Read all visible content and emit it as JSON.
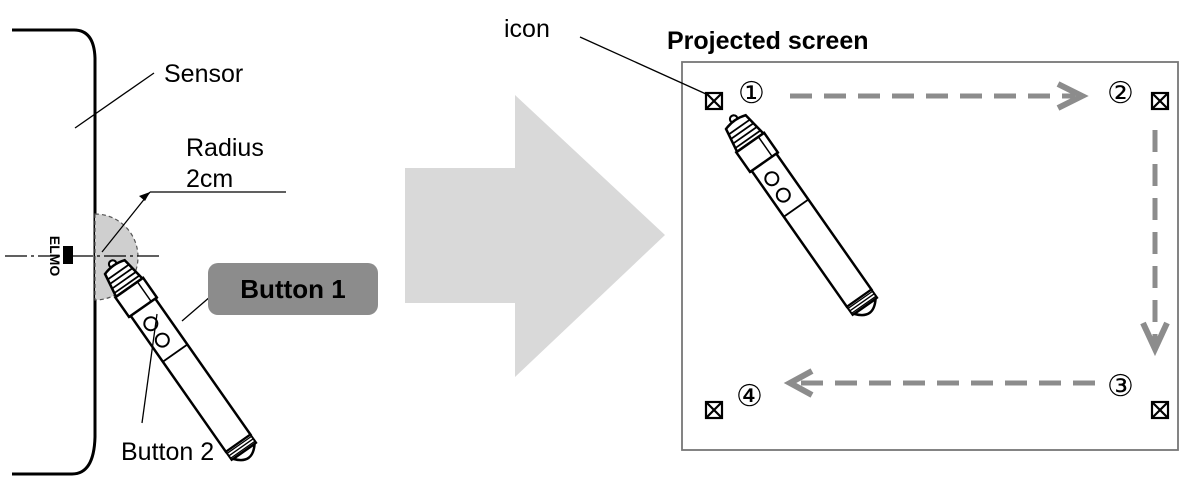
{
  "labels": {
    "sensor": "Sensor",
    "radius_line1": "Radius",
    "radius_line2": "2cm",
    "button1": "Button 1",
    "button2": "Button 2",
    "icon": "icon",
    "projected_screen": "Projected screen",
    "logo": "ELMO"
  },
  "steps": [
    "①",
    "②",
    "③",
    "④"
  ],
  "colors": {
    "arrow_big": "#d9d9d9",
    "dashed_path": "#8c8c8c",
    "button1_bg": "#8c8c8c",
    "sensor_zone": "#cfcfcf"
  },
  "icons": [
    "crossed-box-icon",
    "pen-icon",
    "arrow-right-icon",
    "arrow-down-icon",
    "arrow-left-icon"
  ]
}
